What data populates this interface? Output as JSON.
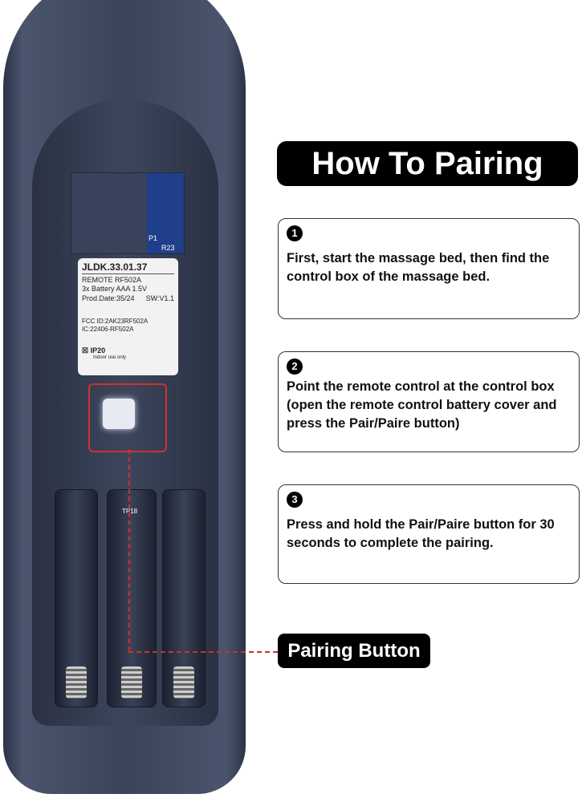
{
  "label": {
    "model": "JLDK.33.01.37",
    "remote": "REMOTE  RF502A",
    "battery": "3x Battery AAA 1.5V",
    "prod_date": "Prod.Date:35/24",
    "sw": "SW:V1.1",
    "fcc": "FCC ID:2AK23RF502A",
    "ic": "IC:22406-RF502A",
    "ip": "IP20",
    "indoor": "Indoor use only"
  },
  "pcb": {
    "p1": "P1",
    "r23": "R23",
    "tp18": "TP18"
  },
  "title": "How To Pairing",
  "steps": [
    {
      "num": "1",
      "text": "First, start the massage bed, then find the control box of the massage bed."
    },
    {
      "num": "2",
      "text": "Point the remote control at the control box (open the remote control battery cover and press the Pair/Paire button)"
    },
    {
      "num": "3",
      "text": "Press and hold the Pair/Paire button for 30 seconds to complete the pairing."
    }
  ],
  "callout": "Pairing Button",
  "colors": {
    "remote": "#3a4359",
    "accent": "#d03030"
  }
}
